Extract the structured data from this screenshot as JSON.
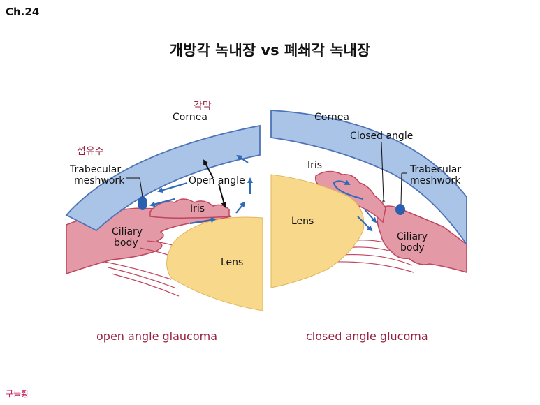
{
  "chapter": "Ch.24",
  "title": "개방각 녹내장 vs 폐쇄각 녹내장",
  "left_panel": {
    "korean_cornea": "각막",
    "cornea": "Cornea",
    "korean_trabecular": "섬유주",
    "trabecular_1": "Trabecular",
    "trabecular_2": "meshwork",
    "open_angle": "Open angle",
    "iris": "Iris",
    "ciliary_1": "Ciliary",
    "ciliary_2": "body",
    "lens": "Lens",
    "caption": "open angle glaucoma"
  },
  "right_panel": {
    "cornea": "Cornea",
    "closed_angle": "Closed angle",
    "iris": "Iris",
    "trabecular_1": "Trabecular",
    "trabecular_2": "meshwork",
    "lens": "Lens",
    "ciliary_1": "Ciliary",
    "ciliary_2": "body",
    "caption": "closed angle glucoma"
  },
  "footer": "구들황",
  "colors": {
    "cornea": "#a9c4e6",
    "cornea_edge": "#4f73b8",
    "tissue": "#e39aa6",
    "tissue_edge": "#c0455e",
    "lens": "#f8d98c",
    "arrow_blue": "#2f6ab8",
    "meshwork": "#2d5fb0",
    "caption": "#9a1f3e"
  }
}
